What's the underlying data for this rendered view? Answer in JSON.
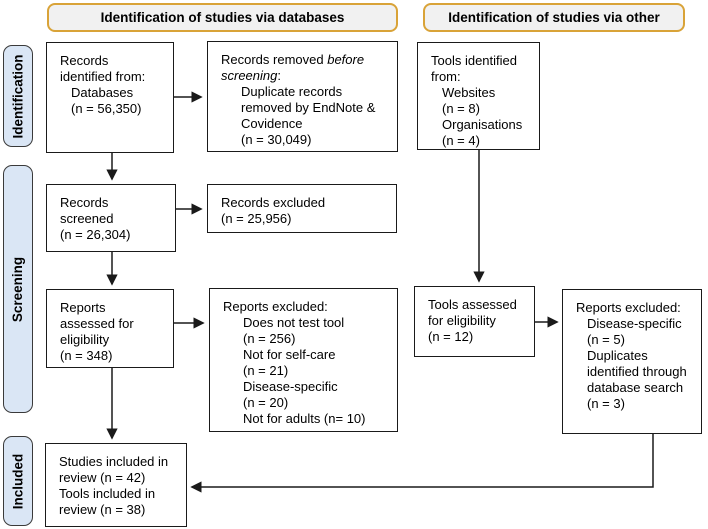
{
  "headers": {
    "databases": "Identification of studies via databases",
    "other": "Identification of studies via other"
  },
  "stages": {
    "identification": "Identification",
    "screening": "Screening",
    "included": "Included"
  },
  "boxes": {
    "records_identified": {
      "lines": [
        "Records",
        "identified from:",
        "Databases",
        "(n = 56,350)"
      ]
    },
    "records_removed": {
      "prefix": "Records removed ",
      "italic1": "before",
      "italic2": "screening",
      "suffix": ":",
      "lines": [
        "Duplicate records",
        "removed by EndNote &",
        "Covidence",
        "(n = 30,049)"
      ]
    },
    "records_screened": {
      "lines": [
        "Records",
        "screened",
        "(n = 26,304)"
      ]
    },
    "records_excluded": {
      "lines": [
        "Records excluded",
        "(n = 25,956)"
      ]
    },
    "reports_assessed": {
      "lines": [
        "Reports",
        "assessed for",
        "eligibility",
        "(n = 348)"
      ]
    },
    "reports_excluded_db": {
      "lines": [
        "Reports excluded:",
        "Does not test tool",
        "(n = 256)",
        "Not for self-care",
        "(n = 21)",
        "Disease-specific",
        "(n = 20)",
        "Not for adults (n= 10)"
      ]
    },
    "tools_identified": {
      "lines": [
        "Tools identified",
        "from:",
        "Websites",
        "(n = 8)",
        "Organisations",
        "(n = 4)"
      ]
    },
    "tools_assessed": {
      "lines": [
        "Tools assessed",
        "for eligibility",
        "(n = 12)"
      ]
    },
    "reports_excluded_other": {
      "lines": [
        "Reports excluded:",
        "Disease-specific",
        "(n = 5)",
        "Duplicates",
        "identified through",
        "database search",
        "(n = 3)"
      ]
    },
    "included_studies": {
      "lines": [
        "Studies included in",
        "review (n = 42)",
        "Tools included in",
        "review (n = 38)"
      ]
    }
  },
  "colors": {
    "header_border": "#D9A338",
    "header_fill": "#F1F1F1",
    "stage_fill": "#DAE6F5",
    "stage_border": "#3A3A3A",
    "box_border": "#1A1A1A",
    "arrow": "#1A1A1A"
  }
}
